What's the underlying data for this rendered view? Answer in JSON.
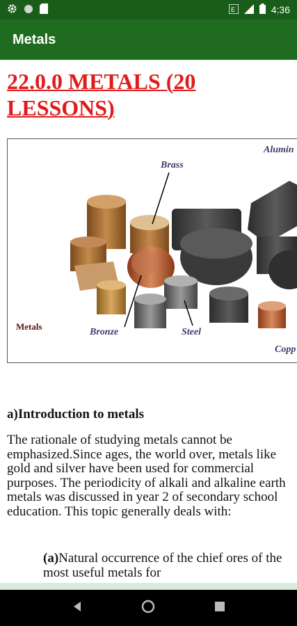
{
  "status_bar": {
    "time": "4:36",
    "icons": [
      "gear-icon",
      "circle-icon",
      "sd-card-icon",
      "wifi-icon",
      "signal-icon",
      "battery-icon"
    ]
  },
  "app_bar": {
    "title": "Metals"
  },
  "lesson": {
    "title": "22.0.0 METALS (20 LESSONS)",
    "title_color": "#e01b1b"
  },
  "figure": {
    "caption": "Metals",
    "labels": {
      "brass": "Brass",
      "aluminium": "Alumin",
      "bronze": "Bronze",
      "steel": "Steel",
      "copper": "Copp"
    }
  },
  "section": {
    "heading": "a)Introduction to metals",
    "paragraph": "The rationale of studying metals cannot be emphasized.Since ages, the world over, metals like gold and silver have been used for commercial purposes. The periodicity of alkali and alkaline earth metals was discussed in year 2 of secondary school education. This topic generally deals with:",
    "list_marker": "(a)",
    "list_text": "Natural occurrence of the chief ores of the most useful metals for"
  },
  "nav_bar": {
    "buttons": [
      "back-icon",
      "home-icon",
      "recents-icon"
    ]
  },
  "colors": {
    "status_bar": "#1a5c1a",
    "app_bar": "#1f6b1f",
    "nav_bar": "#000000"
  }
}
